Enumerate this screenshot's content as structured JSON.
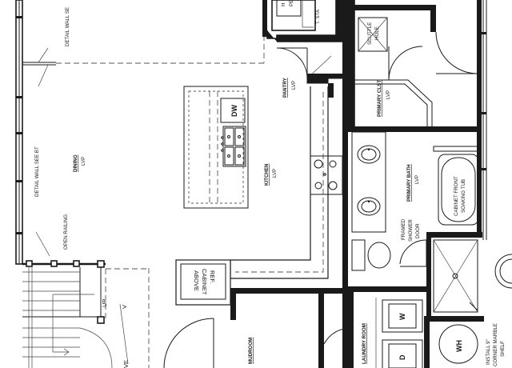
{
  "rooms": {
    "dining": {
      "name": "DINING",
      "floor": "LVP"
    },
    "kitchen": {
      "name": "KITCHEN",
      "floor": "LVP"
    },
    "pantry": {
      "name": "PANTRY",
      "floor": "LVP"
    },
    "primary_clst": {
      "name": "PRIMARY CLST",
      "floor": "LVP"
    },
    "primary_bath": {
      "name": "PRIMARY BATH",
      "floor": "LVP"
    },
    "mudroom": {
      "name": "MUDROOM"
    },
    "laundry_room": {
      "name": "LAUNDRY ROOM"
    }
  },
  "notes": {
    "detail_wall_top": "DETAIL WALL SE",
    "detail_wall_bt": "DETAIL WALL SEE BT",
    "open_railing": "OPEN RAILING",
    "scuttle_hole_1": "SCUTTLE",
    "scuttle_hole_2": "HOLE",
    "framed_shower_door_1": "FRAMED",
    "framed_shower_door_2": "SHOWER",
    "framed_shower_door_3": "DOOR",
    "tub_1": "CABINET FRONT",
    "tub_2": "SOAKING TUB",
    "ref_cabinet_1": "REF.",
    "ref_cabinet_2": "CABINET",
    "ref_cabinet_3": "ABOVE",
    "install_1": "INSTALL 9\"",
    "install_2": "CORNER MARBLE",
    "install_3": "SHELF",
    "t_sta": "T. STA",
    "hv_1": "H",
    "hv_2": "PE",
    "up": "UP",
    "stair_mark": "V"
  },
  "fixtures": {
    "dishwasher": "DW",
    "washer": "W",
    "dryer": "D",
    "water_heater": "WH",
    "mud_mark": "VE"
  }
}
